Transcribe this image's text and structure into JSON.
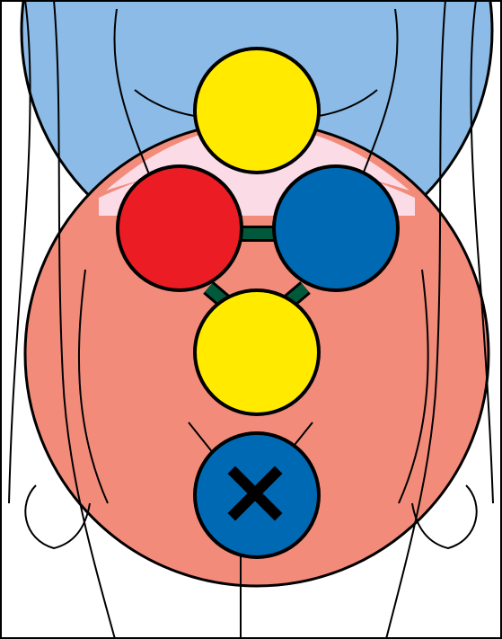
{
  "colors": {
    "upper_zone": "#8bbbe6",
    "middle_zone": "#fbdbe6",
    "lower_zone": "#f28b7a",
    "yellow_node": "#ffea00",
    "red_node": "#ec1c24",
    "blue_node": "#0069b4",
    "connector": "#00593a",
    "outline": "#000000"
  },
  "nodes": [
    {
      "name": "top-yellow-circle",
      "color": "yellow"
    },
    {
      "name": "left-red-circle",
      "color": "red"
    },
    {
      "name": "right-blue-circle",
      "color": "blue"
    },
    {
      "name": "center-yellow-circle",
      "color": "yellow"
    },
    {
      "name": "bottom-blue-circle",
      "color": "blue",
      "marker": "x-mark-icon"
    }
  ]
}
